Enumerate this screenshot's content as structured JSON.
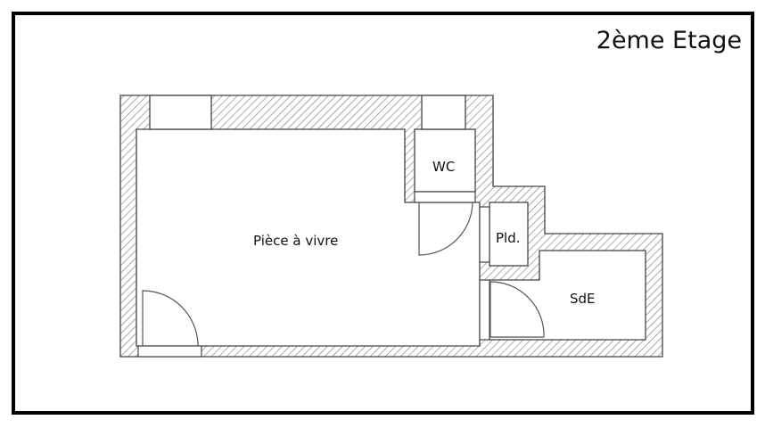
{
  "plan": {
    "floor_title": "2ème Etage",
    "rooms": [
      {
        "id": "living",
        "label": "Pièce à vivre"
      },
      {
        "id": "wc",
        "label": "WC"
      },
      {
        "id": "closet",
        "label": "Pld."
      },
      {
        "id": "bathroom",
        "label": "SdE"
      }
    ],
    "colors": {
      "frame": "#000000",
      "wall_stroke": "#444444",
      "hatch": "#777777",
      "background": "#ffffff"
    }
  }
}
